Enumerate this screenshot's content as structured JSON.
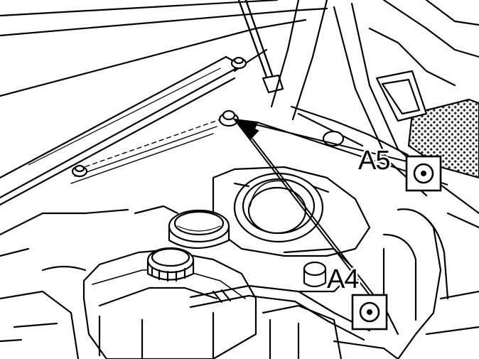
{
  "figure": {
    "callouts": [
      {
        "id": "A5",
        "label": "A5",
        "icon": "target-circle-icon"
      },
      {
        "id": "A4",
        "label": "A4",
        "icon": "target-circle-icon"
      }
    ],
    "colors": {
      "ink": "#000000",
      "paper": "#ffffff",
      "grille": "#2a2a2a"
    }
  }
}
